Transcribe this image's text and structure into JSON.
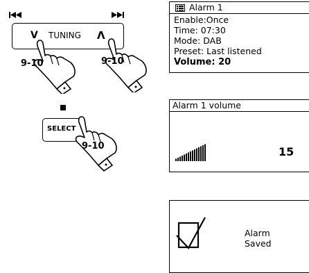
{
  "tuning_control": {
    "label": "TUNING",
    "down_symbol": "V",
    "up_symbol": "Λ",
    "prev_icon": "skip-back-icon",
    "next_icon": "skip-forward-icon"
  },
  "select_control": {
    "label": "SELECT",
    "stop_icon": "stop-square-icon"
  },
  "step_labels": {
    "tuning_down": "9-10",
    "tuning_up": "9-10",
    "select": "9-10"
  },
  "screen_alarm_settings": {
    "menu_icon": "menu-list-icon",
    "title": "Alarm 1",
    "lines": [
      "Enable:Once",
      "Time: 07:30",
      "Mode: DAB",
      "Preset: Last listened"
    ],
    "highlight_line": "Volume: 20"
  },
  "screen_alarm_volume": {
    "title": "Alarm 1 volume",
    "volume_value": "15",
    "volume_level_fraction": 0.75,
    "bars_icon": "volume-bars-icon"
  },
  "screen_alarm_saved": {
    "checkbox_icon": "checked-box-icon",
    "message_line1": "Alarm",
    "message_line2": "Saved"
  }
}
